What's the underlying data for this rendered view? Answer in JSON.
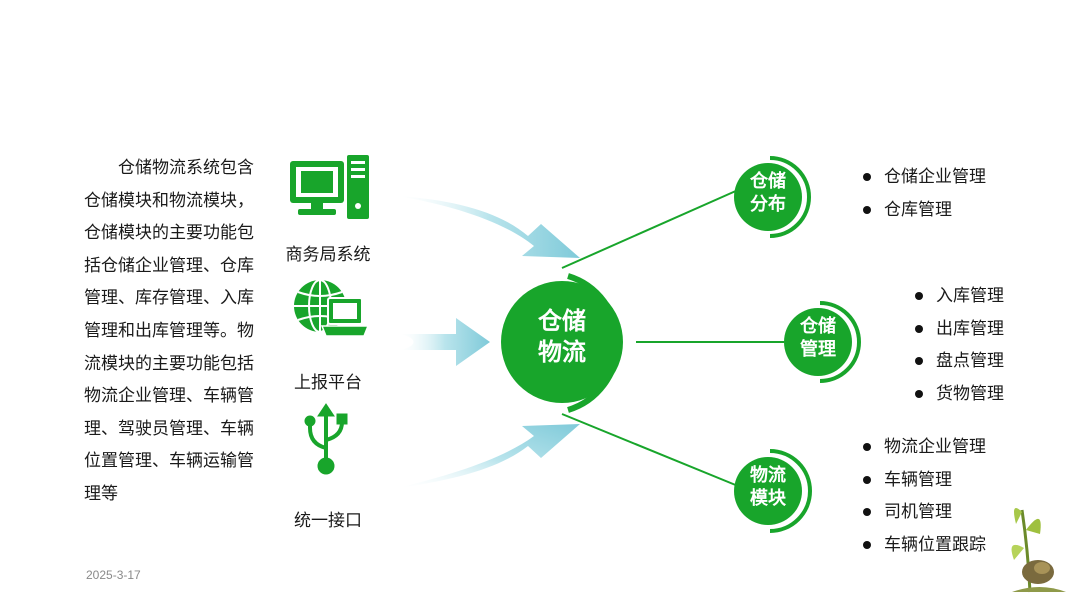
{
  "description": "仓储物流系统包含仓储模块和物流模块，仓储模块的主要功能包括仓储企业管理、仓库管理、库存管理、入库管理和出库管理等。物流模块的主要功能包括物流企业管理、车辆管理、驾驶员管理、车辆位置管理、车辆运输管理等",
  "date": "2025-3-17",
  "sources": [
    {
      "label": "商务局系统",
      "icon": "computer-icon"
    },
    {
      "label": "上报平台",
      "icon": "globe-laptop-icon"
    },
    {
      "label": "统一接口",
      "icon": "usb-icon"
    }
  ],
  "center": {
    "line1": "仓储",
    "line2": "物流"
  },
  "modules": [
    {
      "line1": "仓储",
      "line2": "分布",
      "items": [
        "仓储企业管理",
        "仓库管理"
      ]
    },
    {
      "line1": "仓储",
      "line2": "管理",
      "items": [
        "入库管理",
        "出库管理",
        "盘点管理",
        "货物管理"
      ]
    },
    {
      "line1": "物流",
      "line2": "模块",
      "items": [
        "物流企业管理",
        "车辆管理",
        "司机管理",
        "车辆位置跟踪"
      ]
    }
  ],
  "colors": {
    "green": "#18a52b",
    "arrow": "#8ed3df"
  }
}
